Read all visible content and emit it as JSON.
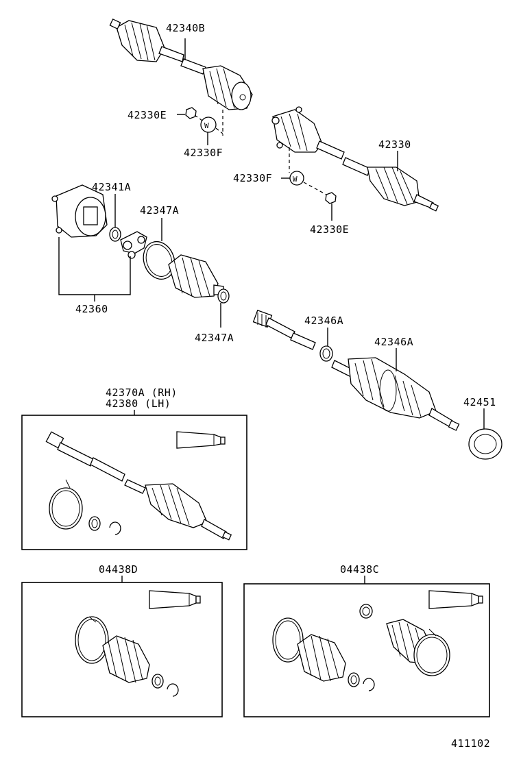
{
  "labels": {
    "p42340B": "42340B",
    "p42330E_top": "42330E",
    "p42330F_top": "42330F",
    "p42330": "42330",
    "p42330F_mid": "42330F",
    "p42330E_mid": "42330E",
    "p42341A": "42341A",
    "p42347A_top": "42347A",
    "p42360": "42360",
    "p42347A_bot": "42347A",
    "p42346A_left": "42346A",
    "p42346A_right": "42346A",
    "p42451": "42451",
    "p42370A": "42370A (RH)",
    "p42380": "42380  (LH)",
    "p04438D": "04438D",
    "p04438C": "04438C",
    "washer_mark_1": "W",
    "washer_mark_2": "W",
    "drawing_number": "411102"
  }
}
